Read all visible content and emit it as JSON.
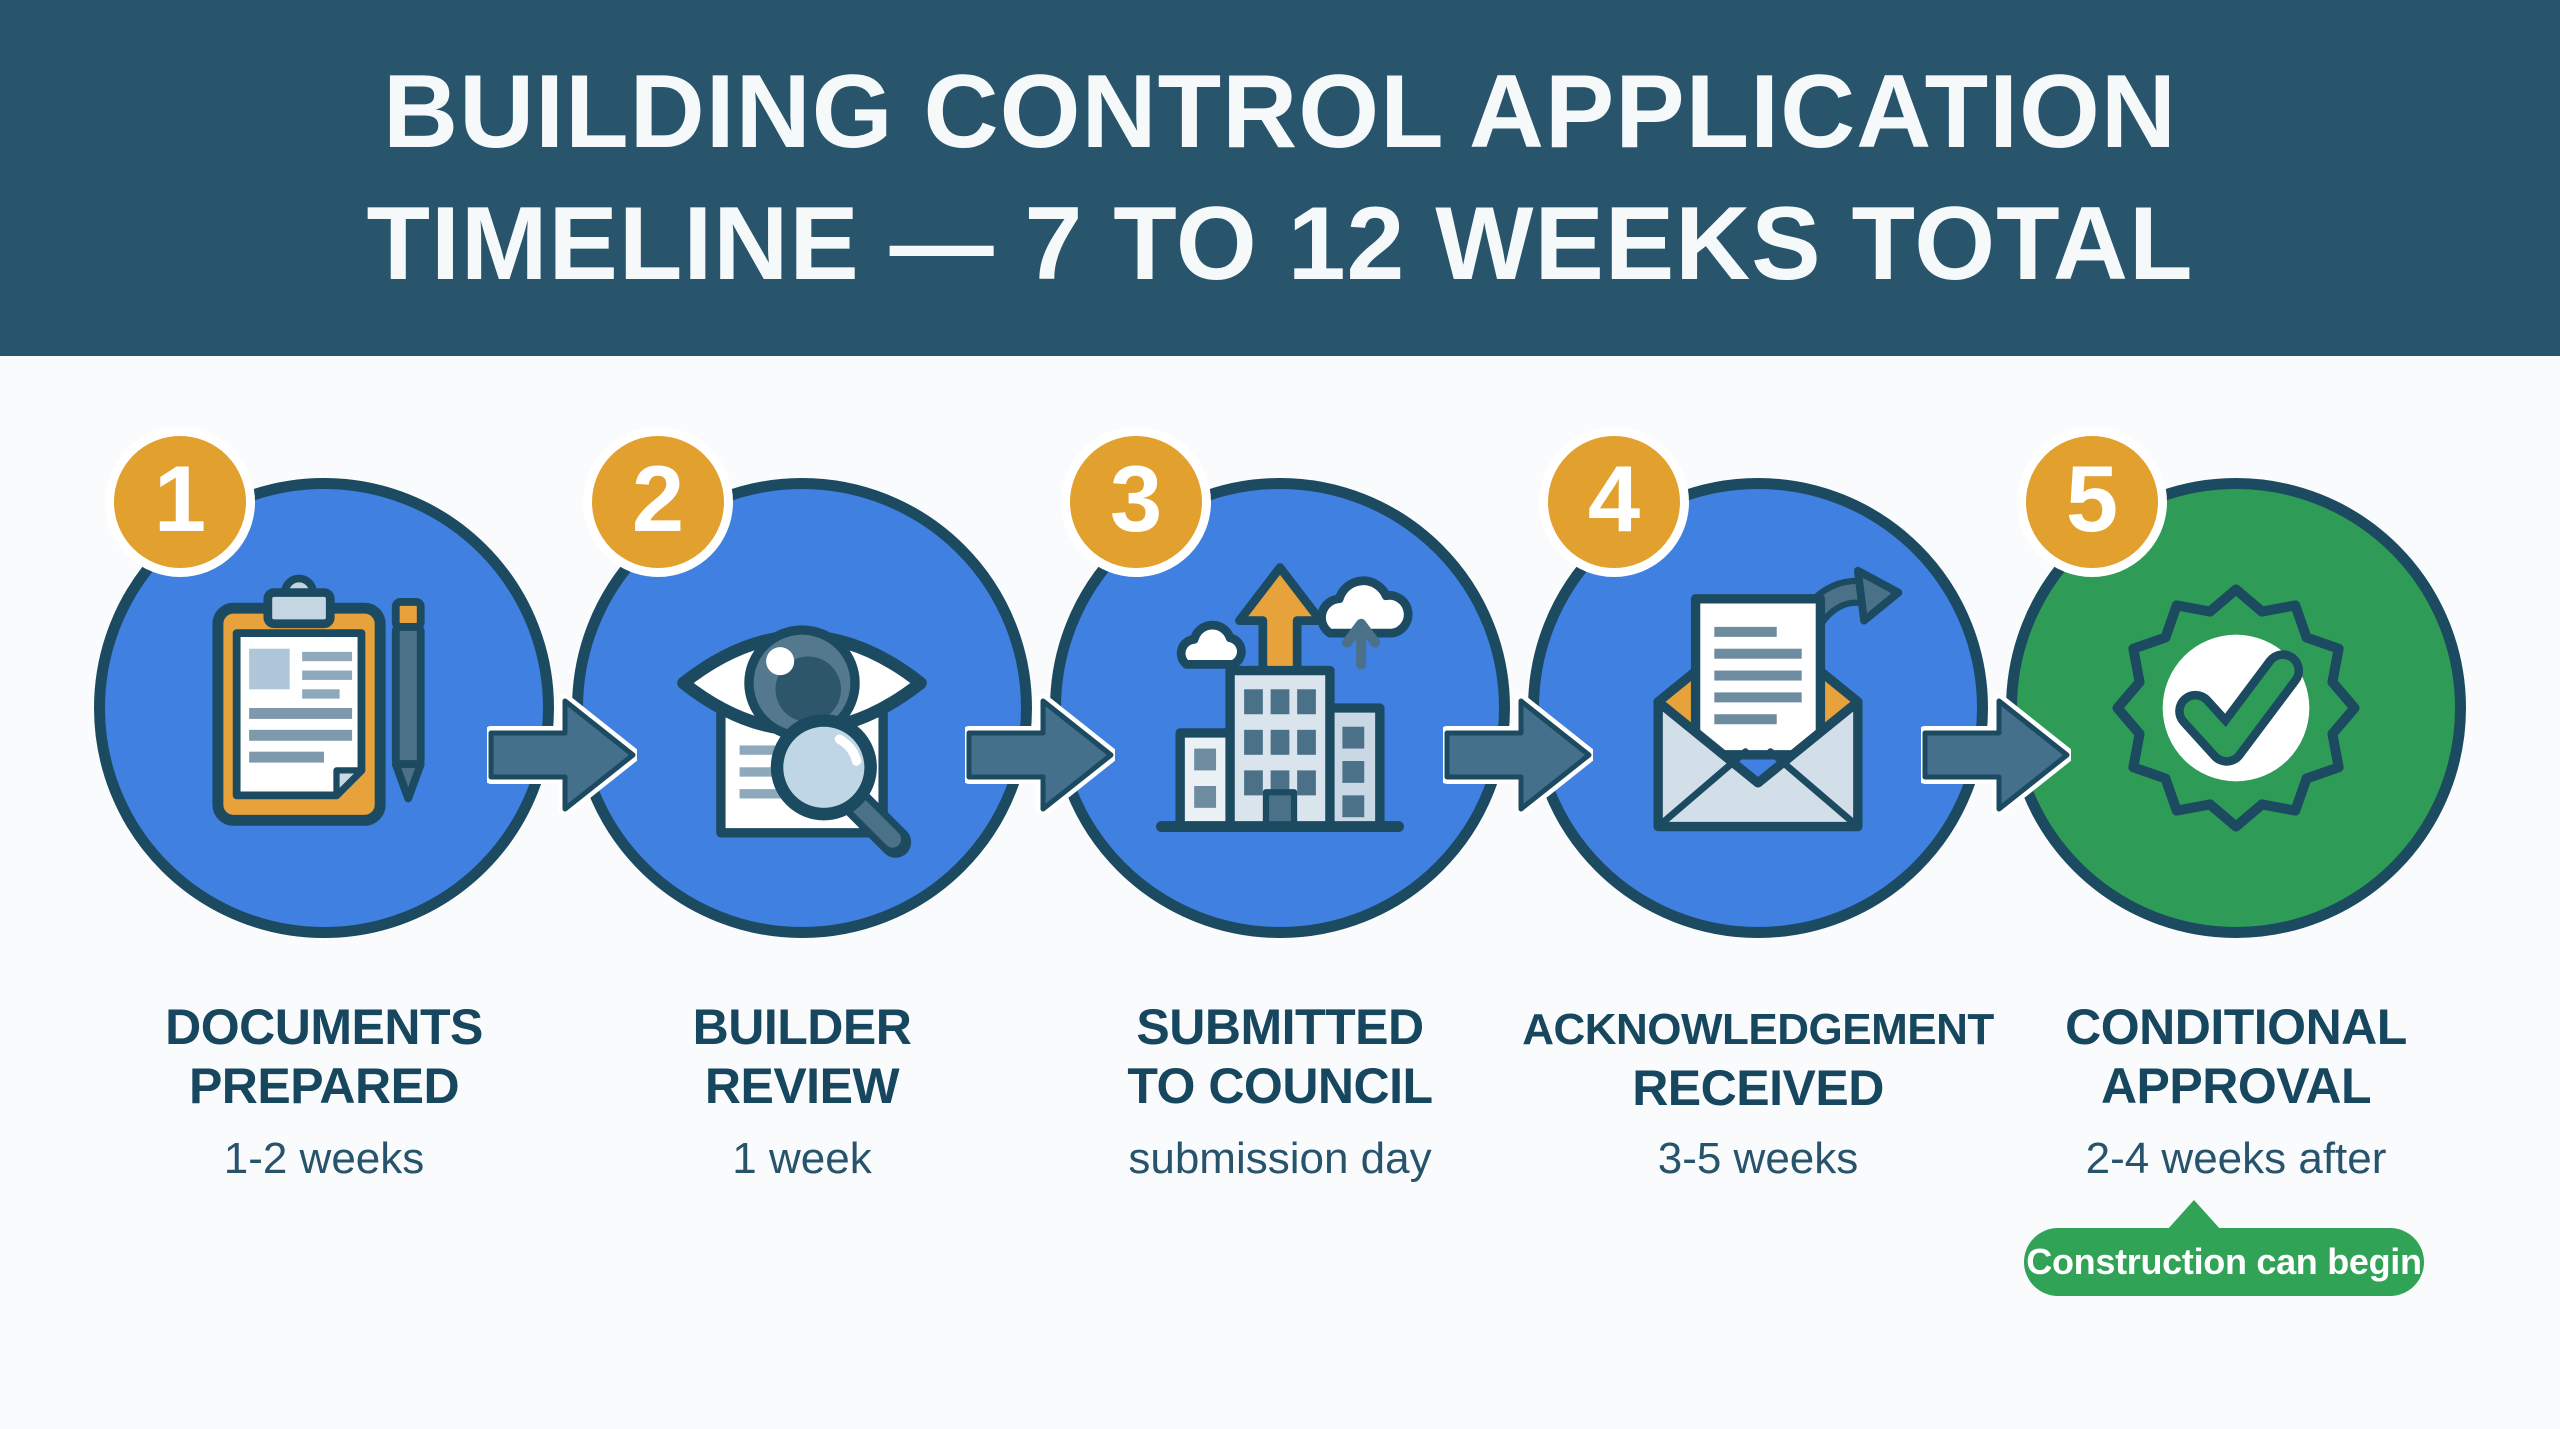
{
  "header": {
    "title_line1": "BUILDING CONTROL APPLICATION",
    "title_line2": "TIMELINE — 7 TO 12 WEEKS TOTAL",
    "bg_color": "#28556C"
  },
  "steps": [
    {
      "number": "1",
      "title_line1": "DOCUMENTS",
      "title_line2": "PREPARED",
      "duration": "1-2 weeks",
      "icon": "clipboard-pen-icon",
      "circle_color": "#3F80E0"
    },
    {
      "number": "2",
      "title_line1": "BUILDER",
      "title_line2": "REVIEW",
      "duration": "1 week",
      "icon": "eye-document-magnifier-icon",
      "circle_color": "#3F80E0"
    },
    {
      "number": "3",
      "title_line1": "SUBMITTED",
      "title_line2": "TO COUNCIL",
      "duration": "submission day",
      "icon": "council-building-upload-icon",
      "circle_color": "#3F80E0"
    },
    {
      "number": "4",
      "title_line1": "ACKNOWLEDGEMENT",
      "title_line2": "RECEIVED",
      "duration": "3-5 weeks",
      "icon": "envelope-letter-arrow-icon",
      "circle_color": "#3F80E0"
    },
    {
      "number": "5",
      "title_line1": "CONDITIONAL",
      "title_line2": "APPROVAL",
      "duration": "2-4 weeks after",
      "icon": "approval-seal-check-icon",
      "circle_color": "#2E9C57"
    }
  ],
  "callout": {
    "label": "Construction can begin",
    "bg_color": "#31A356"
  },
  "colors": {
    "header_bg": "#28556C",
    "page_bg": "#FAFBFC",
    "circle_blue": "#3F80E0",
    "circle_green": "#2E9C57",
    "circle_border": "#1C4A60",
    "badge_orange": "#E2A02F",
    "arrow_fill": "#44708C",
    "step_title_text": "#17465F",
    "duration_text": "#27536D",
    "callout_green": "#31A356",
    "header_text": "#F5F9FA"
  }
}
